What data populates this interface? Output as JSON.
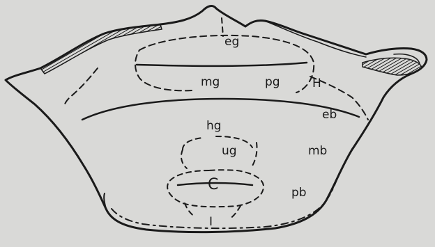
{
  "diagram": {
    "background": "#d9d9d7",
    "ink": "#1a1a1a",
    "labels": {
      "eg": "eg",
      "mg": "mg",
      "pg": "pg",
      "H": "H",
      "eb": "eb",
      "hg": "hg",
      "ug": "ug",
      "mb": "mb",
      "C": "C",
      "pb": "pb",
      "I": "I"
    }
  }
}
